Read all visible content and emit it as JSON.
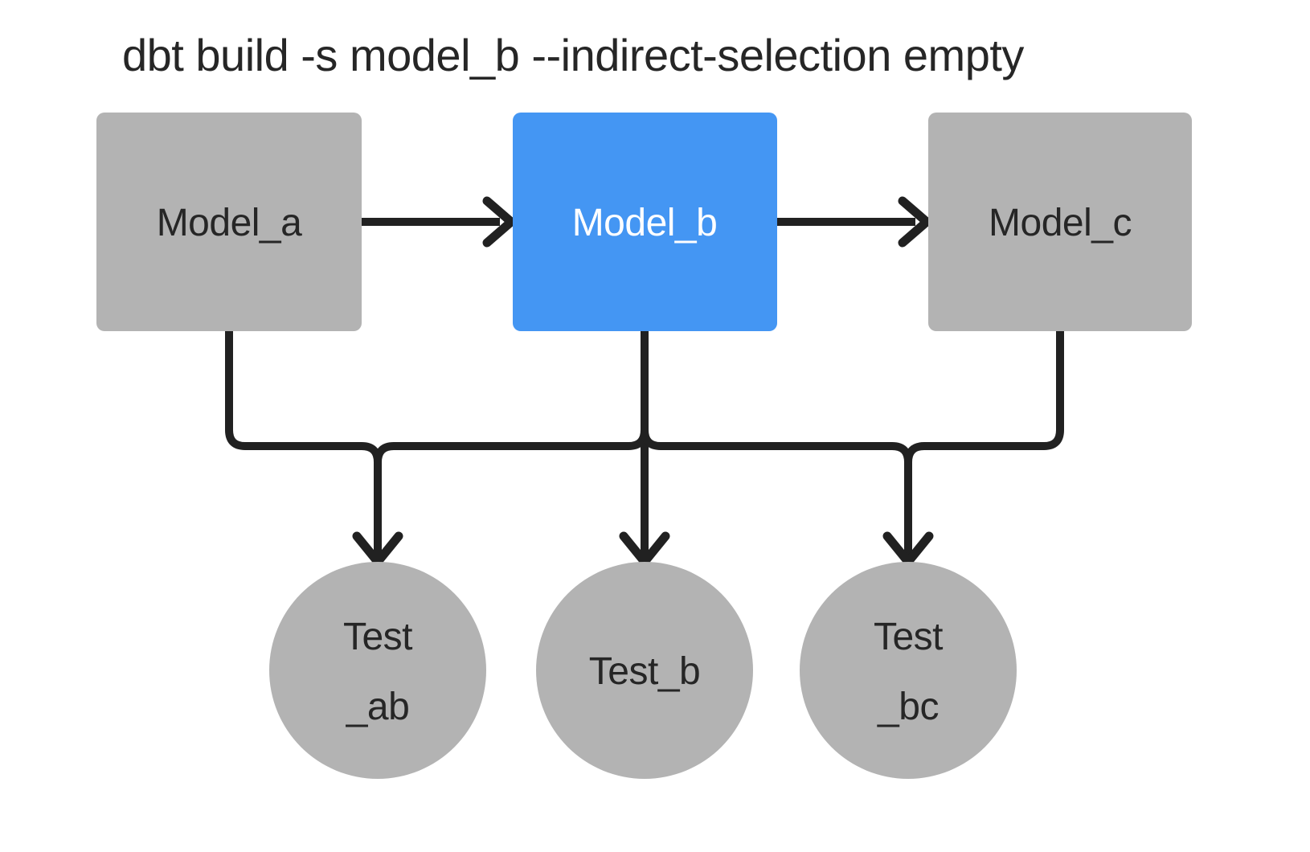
{
  "title": "dbt build -s model_b --indirect-selection empty",
  "colors": {
    "background": "#ffffff",
    "node_gray": "#b3b3b3",
    "node_selected_blue": "#4496f3",
    "edge": "#212121",
    "text_dark": "#262626",
    "text_on_blue": "#ffffff"
  },
  "diagram": {
    "models": [
      {
        "id": "model_a",
        "label": "Model_a",
        "selected": false
      },
      {
        "id": "model_b",
        "label": "Model_b",
        "selected": true
      },
      {
        "id": "model_c",
        "label": "Model_c",
        "selected": false
      }
    ],
    "tests": [
      {
        "id": "test_ab",
        "label_lines": [
          "Test",
          "_ab"
        ]
      },
      {
        "id": "test_b",
        "label_lines": [
          "Test_b"
        ]
      },
      {
        "id": "test_bc",
        "label_lines": [
          "Test",
          "_bc"
        ]
      }
    ],
    "edges": [
      {
        "from": "model_a",
        "to": "model_b"
      },
      {
        "from": "model_b",
        "to": "model_c"
      },
      {
        "from": "model_a",
        "to": "test_ab"
      },
      {
        "from": "model_b",
        "to": "test_ab"
      },
      {
        "from": "model_b",
        "to": "test_b"
      },
      {
        "from": "model_b",
        "to": "test_bc"
      },
      {
        "from": "model_c",
        "to": "test_bc"
      }
    ]
  }
}
